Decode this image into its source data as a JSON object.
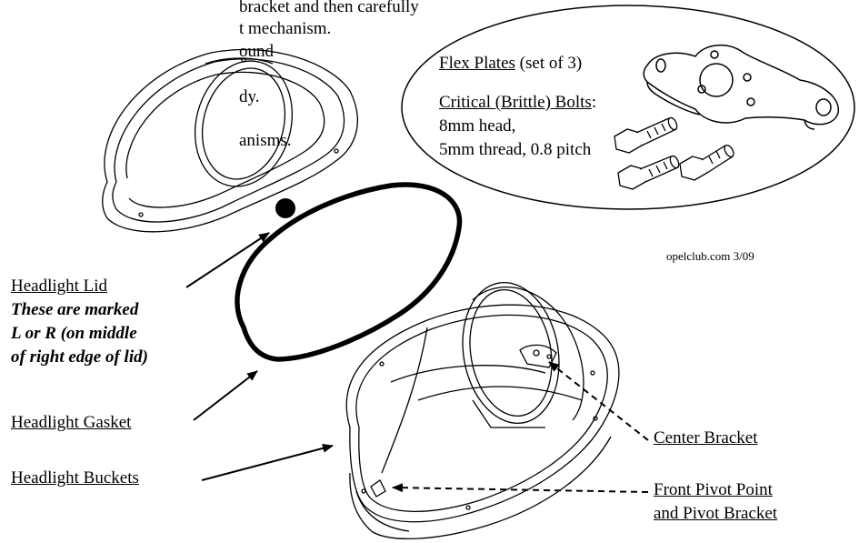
{
  "instructions": {
    "line1": "bracket and then carefully",
    "line2": "t mechanism.",
    "line3": "ound",
    "line4": "dy.",
    "line5": "anisms."
  },
  "inset": {
    "flex_plates_label": "Flex Plates",
    "flex_plates_suffix": " (set of 3)",
    "bolts_label": "Critical (Brittle) Bolts",
    "bolts_colon": ":",
    "bolts_line1": "8mm head,",
    "bolts_line2": "5mm thread, 0.8 pitch"
  },
  "credit": "opelclub.com 3/09",
  "labels": {
    "lid_title": "Headlight Lid",
    "lid_note_1": "These are marked",
    "lid_note_2": "L or R (on middle",
    "lid_note_3": "of right edge of lid)",
    "gasket": "Headlight Gasket",
    "buckets": "Headlight Buckets",
    "center_bracket": "Center Bracket",
    "pivot_1": "Front Pivot Point",
    "pivot_2": "and Pivot Bracket"
  },
  "colors": {
    "ink": "#000000",
    "background": "#ffffff"
  }
}
